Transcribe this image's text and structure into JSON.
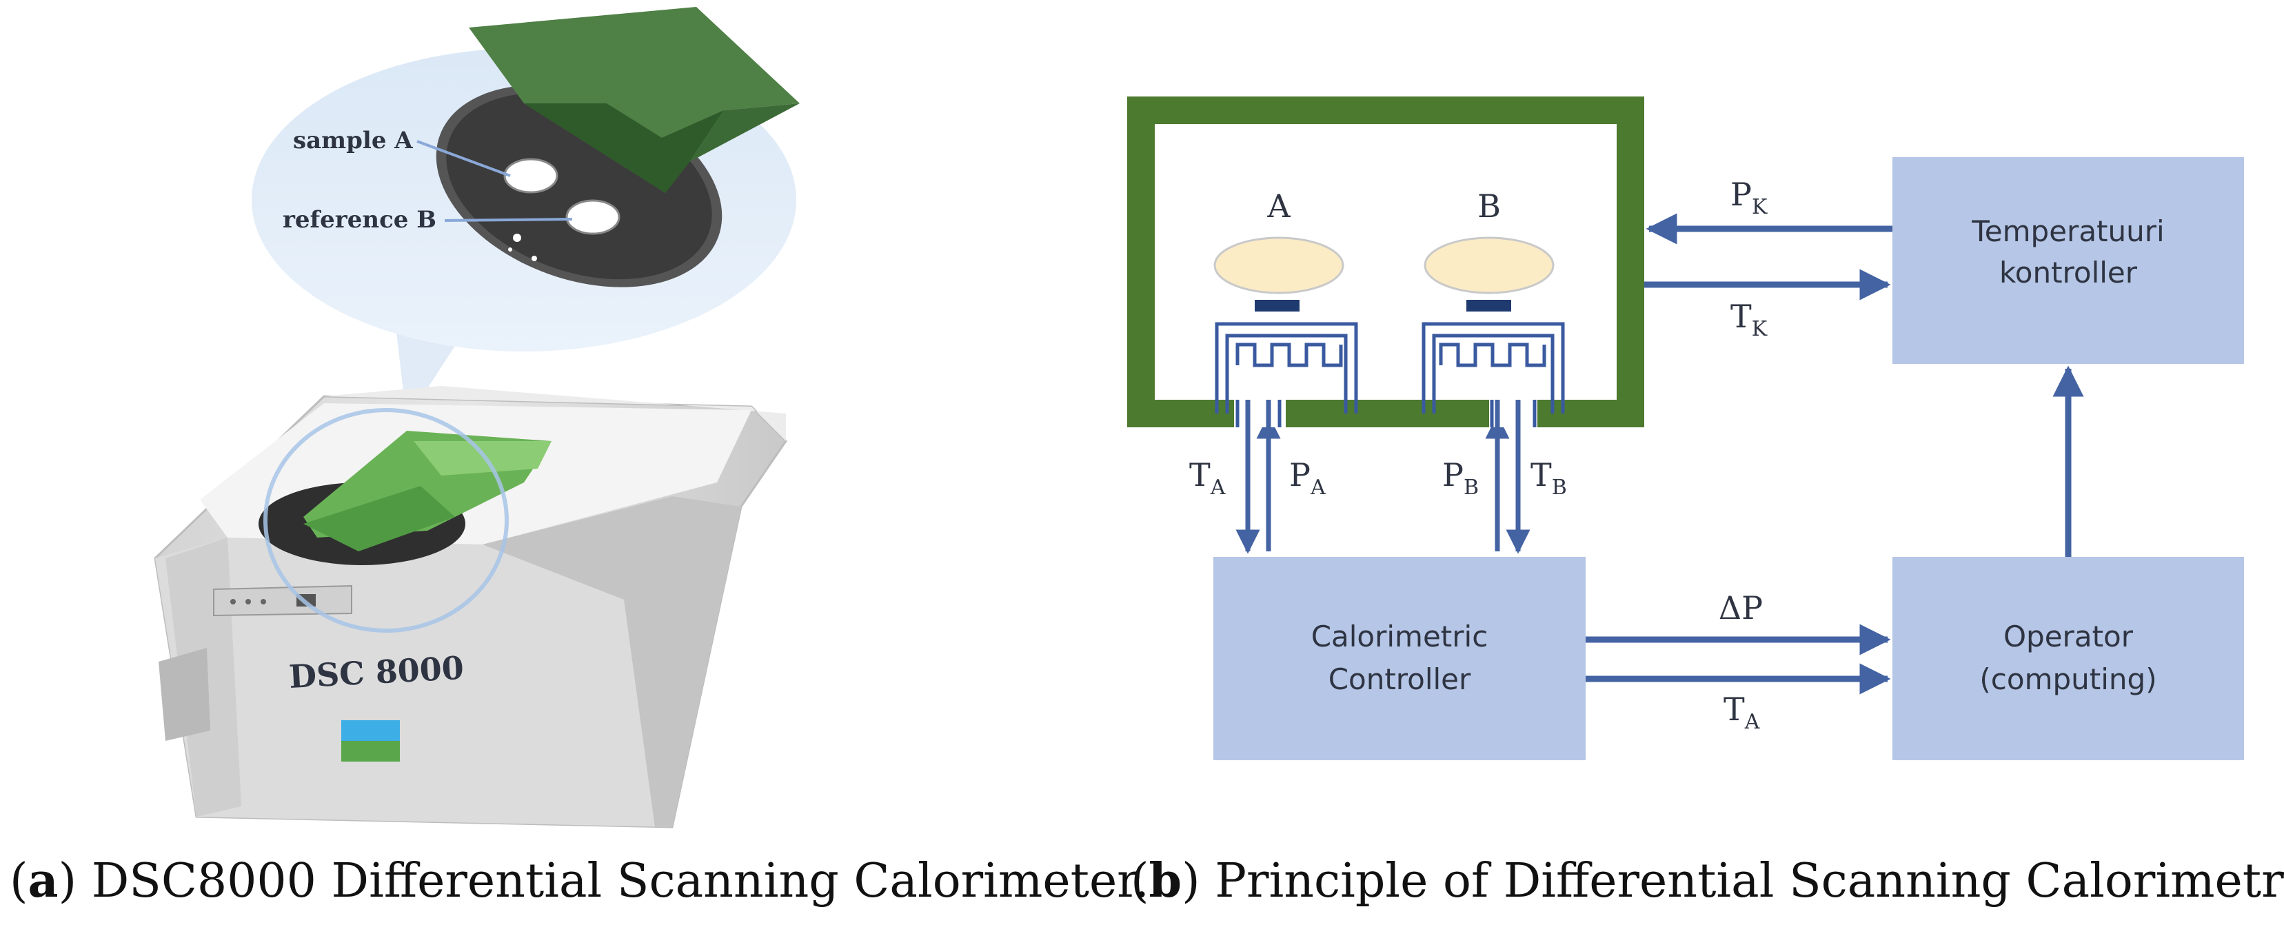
{
  "panel_a": {
    "label_sample": "sample A",
    "label_reference": "reference B",
    "device_name": "DSC 8000",
    "caption_letter": "a",
    "caption_text": "DSC8000 Differential Scanning Calorimeter."
  },
  "panel_b": {
    "pan_a": "A",
    "pan_b": "B",
    "signals": {
      "pk": "P",
      "pk_sub": "K",
      "tk": "T",
      "tk_sub": "K",
      "ta_left": "T",
      "ta_left_sub": "A",
      "pa": "P",
      "pa_sub": "A",
      "pb": "P",
      "pb_sub": "B",
      "tb": "T",
      "tb_sub": "B",
      "dp": "ΔP",
      "ta_out": "T",
      "ta_out_sub": "A"
    },
    "blocks": {
      "temp_line1": "Temperatuuri",
      "temp_line2": "kontroller",
      "cal_line1": "Calorimetric",
      "cal_line2": "Controller",
      "op_line1": "Operator",
      "op_line2": "(computing)"
    },
    "caption_letter": "b",
    "caption_text": "Principle of Differential Scanning Calorimetry."
  },
  "colors": {
    "chamber_green": "#4c7a2f",
    "block_fill": "#b6c6e6",
    "arrow_blue": "#4463a3",
    "heater_blue": "#3a5aa0",
    "pan_fill": "#fbecc6",
    "device_accent_green": "#5aa64a"
  }
}
